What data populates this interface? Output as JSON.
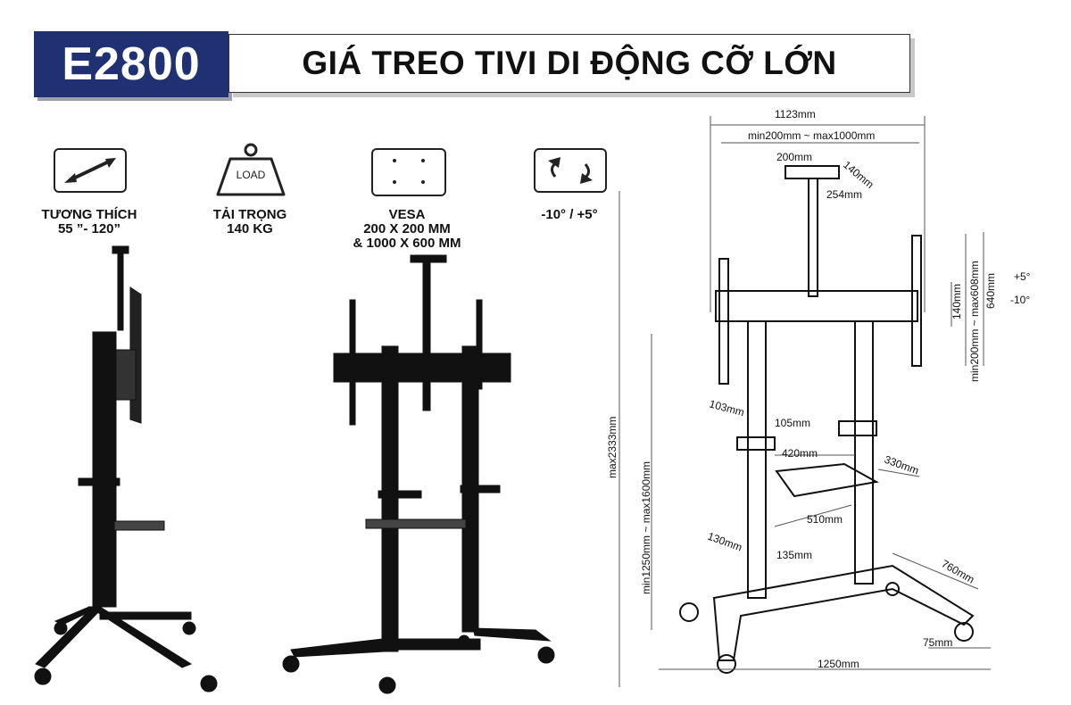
{
  "header": {
    "model": "E2800",
    "title": "GIÁ TREO TIVI DI ĐỘNG CỠ LỚN"
  },
  "features": [
    {
      "icon": "size-arrow-icon",
      "line1": "TƯƠNG THÍCH",
      "line2": "55 ”- 120”"
    },
    {
      "icon": "load-weight-icon",
      "icon_text": "LOAD",
      "line1": "TẢI TRỌNG",
      "line2": "140 KG"
    },
    {
      "icon": "vesa-plate-icon",
      "line1": "VESA",
      "line2": "200 X 200 MM",
      "line3": "& 1000 X 600 MM"
    },
    {
      "icon": "tilt-rotate-icon",
      "line1": "-10° / +5°"
    }
  ],
  "dimensions": {
    "top_width": "1123mm",
    "bar_range": "min200mm ~ max1000mm",
    "plate_width": "200mm",
    "plate_depth": "140mm",
    "plate_length": "254mm",
    "vertical_range": "min200mm ~ max608mm",
    "height_140": "140mm",
    "height_640": "640mm",
    "tilt_up": "+5°",
    "tilt_down": "-10°",
    "max_height": "max2333mm",
    "bar_height_range": "min1250mm ~ max1600mm",
    "col_a": "103mm",
    "col_b": "105mm",
    "shelf_depth": "420mm",
    "shelf_side": "330mm",
    "shelf_width": "510mm",
    "col_c": "130mm",
    "col_d": "135mm",
    "base_depth": "760mm",
    "base_width": "1250mm",
    "caster": "75mm"
  },
  "colors": {
    "badge": "#1f3173",
    "ink": "#111111"
  }
}
